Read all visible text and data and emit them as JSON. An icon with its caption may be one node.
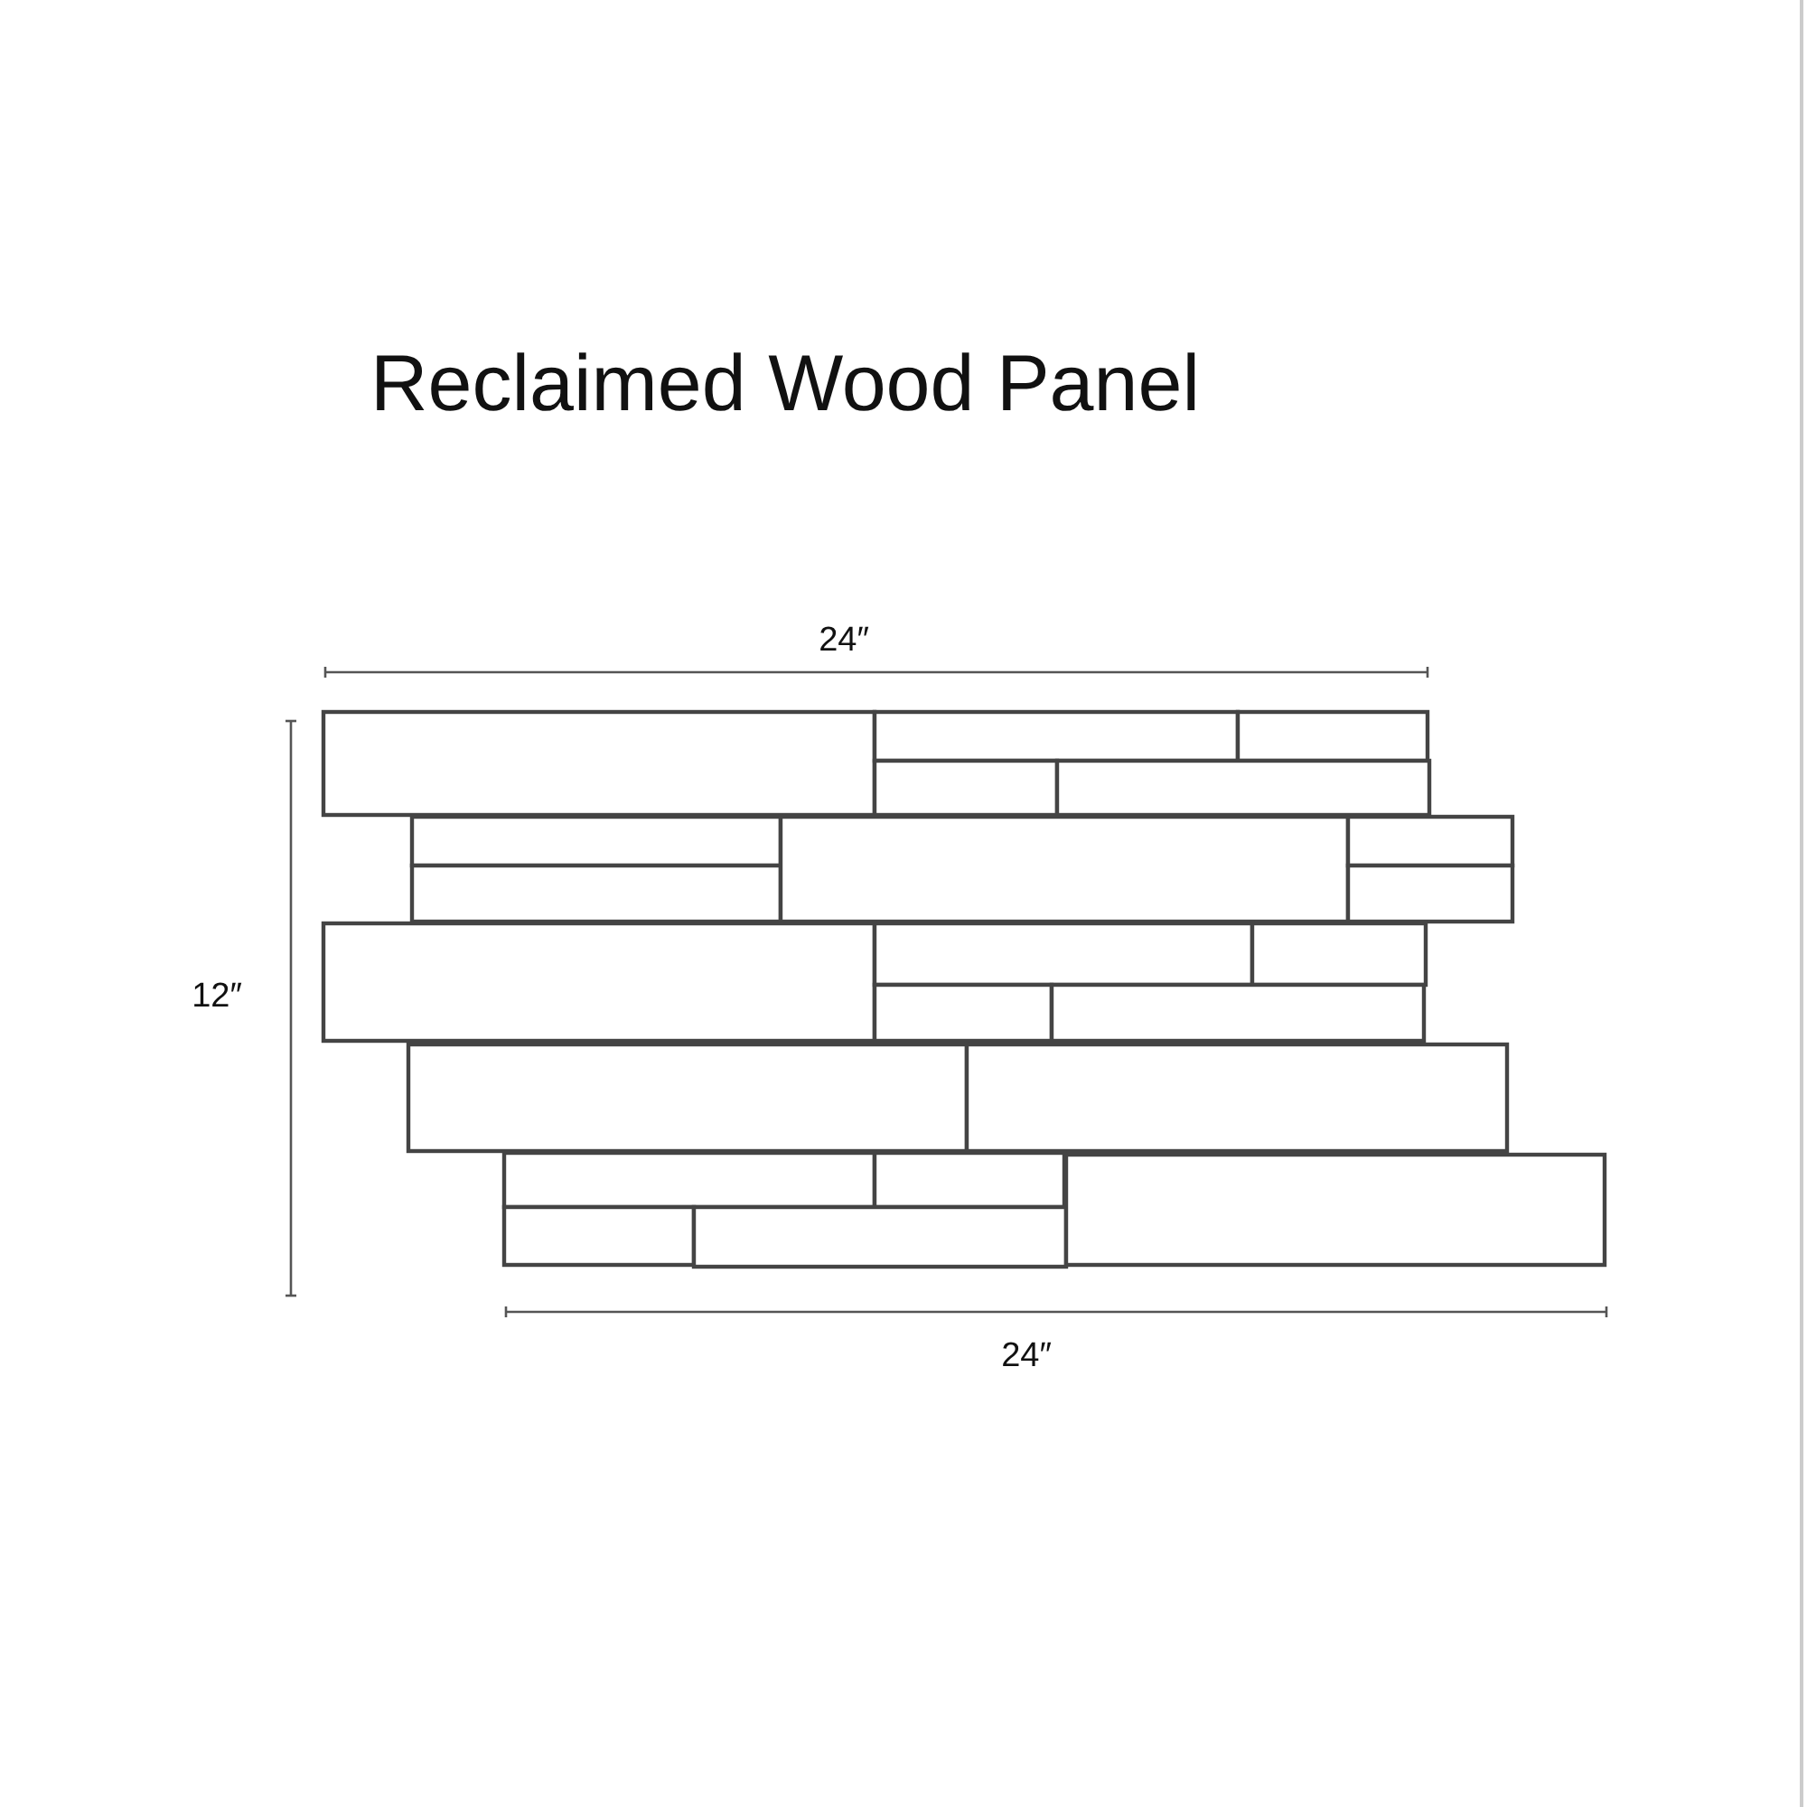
{
  "diagram": {
    "title": "Reclaimed Wood Panel",
    "labels": [
      "24″",
      "12″",
      "24″"
    ]
  }
}
